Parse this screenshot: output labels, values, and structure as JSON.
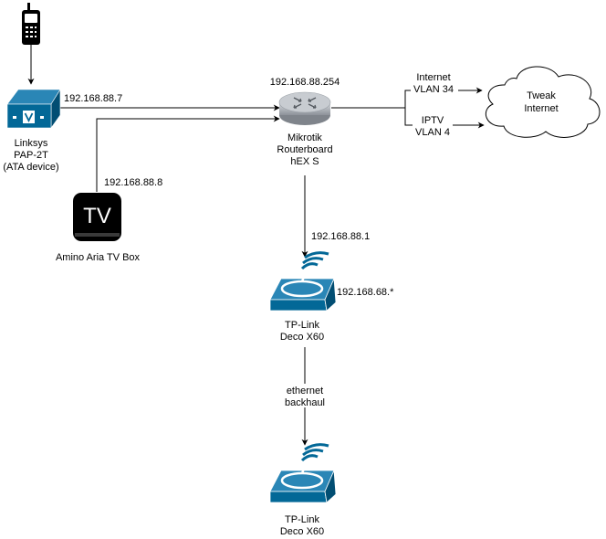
{
  "nodes": {
    "phone": {
      "icon": "mobile-phone-icon"
    },
    "linksys": {
      "icon": "ata-device-icon",
      "label_lines": [
        "Linksys",
        "PAP-2T",
        "(ATA device)"
      ]
    },
    "tvbox": {
      "icon": "tv-box-icon",
      "icon_text": "TV",
      "label_lines": [
        "Amino Aria TV Box"
      ]
    },
    "router": {
      "icon": "router-icon",
      "label_lines": [
        "Mikrotik",
        "Routerboard",
        "hEX S"
      ]
    },
    "cloud": {
      "icon": "cloud-icon",
      "label_lines": [
        "Tweak",
        "Internet"
      ]
    },
    "deco1": {
      "icon": "wireless-access-point-icon",
      "label_lines": [
        "TP-Link",
        "Deco X60"
      ]
    },
    "deco2": {
      "icon": "wireless-access-point-icon",
      "label_lines": [
        "TP-Link",
        "Deco X60"
      ]
    }
  },
  "labels": {
    "linksys_ip": "192.168.88.7",
    "tvbox_ip": "192.168.88.8",
    "router_ip": "192.168.88.254",
    "deco_uplink_ip": "192.168.88.1",
    "deco_subnet": "192.168.68.*"
  },
  "edges": {
    "internet_lines": [
      "Internet",
      "VLAN 34"
    ],
    "iptv_lines": [
      "IPTV",
      "VLAN 4"
    ],
    "backhaul_lines": [
      "ethernet",
      "backhaul"
    ]
  },
  "colors": {
    "line": "#000000",
    "device_blue": "#036897",
    "router_gray": "#a8acb2"
  }
}
